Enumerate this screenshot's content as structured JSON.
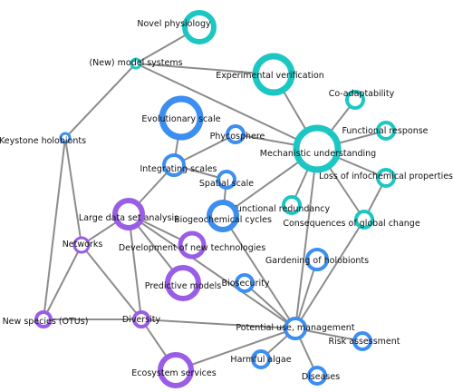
{
  "colors": {
    "cyan": "#1cc7c3",
    "blue": "#3c8ef0",
    "purple": "#9a5de6",
    "edge": "#8c8c8c"
  },
  "nodes": [
    {
      "id": "novel-physiology",
      "label": "Novel physiology",
      "color": "cyan"
    },
    {
      "id": "new-model-systems",
      "label": "(New) model systems",
      "color": "cyan"
    },
    {
      "id": "experimental-verification",
      "label": "Experimental verification",
      "color": "cyan"
    },
    {
      "id": "co-adaptability",
      "label": "Co-adaptability",
      "color": "cyan"
    },
    {
      "id": "evolutionary-scale",
      "label": "Evolutionary scale",
      "color": "blue"
    },
    {
      "id": "functional-response",
      "label": "Functional response",
      "color": "cyan"
    },
    {
      "id": "keystone-holobionts",
      "label": "Keystone holobionts",
      "color": "blue"
    },
    {
      "id": "phycosphere",
      "label": "Phycosphere",
      "color": "blue"
    },
    {
      "id": "mechanistic-understanding",
      "label": "Mechanistic understanding",
      "color": "cyan"
    },
    {
      "id": "integrating-scales",
      "label": "Integrating scales",
      "color": "blue"
    },
    {
      "id": "loss-of-infochemical-properties",
      "label": "Loss of infochemical properties",
      "color": "cyan"
    },
    {
      "id": "spatial-scale",
      "label": "Spatial scale",
      "color": "blue"
    },
    {
      "id": "functional-redundancy",
      "label": "Functional redundancy",
      "color": "cyan"
    },
    {
      "id": "large-data-set-analysis",
      "label": "Large data set analysis",
      "color": "purple"
    },
    {
      "id": "biogeochemical-cycles",
      "label": "Biogeochemical cycles",
      "color": "blue"
    },
    {
      "id": "consequences-of-global-change",
      "label": "Consequences of global change",
      "color": "cyan"
    },
    {
      "id": "networks",
      "label": "Networks",
      "color": "purple"
    },
    {
      "id": "development-of-new-technologies",
      "label": "Development of new technologies",
      "color": "purple"
    },
    {
      "id": "gardening-of-holobionts",
      "label": "Gardening of holobionts",
      "color": "blue"
    },
    {
      "id": "predictive-models",
      "label": "Predictive models",
      "color": "purple"
    },
    {
      "id": "biosecurity",
      "label": "Biosecurity",
      "color": "blue"
    },
    {
      "id": "new-species-otus",
      "label": "New species (OTUs)",
      "color": "purple"
    },
    {
      "id": "diversity",
      "label": "Diversity",
      "color": "purple"
    },
    {
      "id": "potential-use-management",
      "label": "Potential use, management",
      "color": "blue"
    },
    {
      "id": "risk-assessment",
      "label": "Risk assessment",
      "color": "blue"
    },
    {
      "id": "harmful-algae",
      "label": "Harmful algae",
      "color": "blue"
    },
    {
      "id": "ecosystem-services",
      "label": "Ecosystem services",
      "color": "purple"
    },
    {
      "id": "diseases",
      "label": "Diseases",
      "color": "blue"
    }
  ],
  "edges": [
    [
      "novel-physiology",
      "new-model-systems"
    ],
    [
      "new-model-systems",
      "experimental-verification"
    ],
    [
      "new-model-systems",
      "mechanistic-understanding"
    ],
    [
      "new-model-systems",
      "keystone-holobionts"
    ],
    [
      "experimental-verification",
      "mechanistic-understanding"
    ],
    [
      "co-adaptability",
      "mechanistic-understanding"
    ],
    [
      "functional-response",
      "mechanistic-understanding"
    ],
    [
      "loss-of-infochemical-properties",
      "mechanistic-understanding"
    ],
    [
      "phycosphere",
      "mechanistic-understanding"
    ],
    [
      "phycosphere",
      "integrating-scales"
    ],
    [
      "evolutionary-scale",
      "integrating-scales"
    ],
    [
      "integrating-scales",
      "spatial-scale"
    ],
    [
      "integrating-scales",
      "large-data-set-analysis"
    ],
    [
      "spatial-scale",
      "biogeochemical-cycles"
    ],
    [
      "biogeochemical-cycles",
      "mechanistic-understanding"
    ],
    [
      "functional-redundancy",
      "mechanistic-understanding"
    ],
    [
      "mechanistic-understanding",
      "consequences-of-global-change"
    ],
    [
      "mechanistic-understanding",
      "potential-use-management"
    ],
    [
      "loss-of-infochemical-properties",
      "consequences-of-global-change"
    ],
    [
      "consequences-of-global-change",
      "potential-use-management"
    ],
    [
      "keystone-holobionts",
      "networks"
    ],
    [
      "keystone-holobionts",
      "new-species-otus"
    ],
    [
      "large-data-set-analysis",
      "networks"
    ],
    [
      "large-data-set-analysis",
      "development-of-new-technologies"
    ],
    [
      "large-data-set-analysis",
      "predictive-models"
    ],
    [
      "large-data-set-analysis",
      "diversity"
    ],
    [
      "large-data-set-analysis",
      "potential-use-management"
    ],
    [
      "networks",
      "new-species-otus"
    ],
    [
      "networks",
      "diversity"
    ],
    [
      "new-species-otus",
      "diversity"
    ],
    [
      "diversity",
      "potential-use-management"
    ],
    [
      "diversity",
      "ecosystem-services"
    ],
    [
      "biogeochemical-cycles",
      "potential-use-management"
    ],
    [
      "gardening-of-holobionts",
      "potential-use-management"
    ],
    [
      "biosecurity",
      "potential-use-management"
    ],
    [
      "potential-use-management",
      "risk-assessment"
    ],
    [
      "potential-use-management",
      "harmful-algae"
    ],
    [
      "potential-use-management",
      "diseases"
    ],
    [
      "potential-use-management",
      "ecosystem-services"
    ]
  ]
}
